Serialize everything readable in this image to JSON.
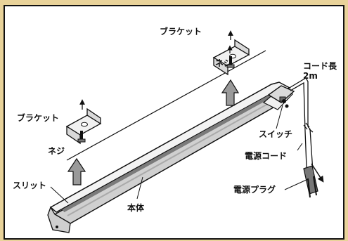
{
  "colors": {
    "background": "#e9d39a",
    "panel": "#ffffff",
    "line": "#111111",
    "tube": "#bdbdbd",
    "lens": "#e6e6e6",
    "arrow_fill": "#9a9a9a"
  },
  "labels": {
    "bracket_top": "ブラケット",
    "screw_top": "ネジ",
    "cord_length_line1": "コード長",
    "cord_length_line2": "2m",
    "bracket_left": "ブラケット",
    "screw_left": "ネジ",
    "switch": "スイッチ",
    "power_cord": "電源コード",
    "slit": "スリット",
    "body": "本体",
    "power_plug": "電源プラグ"
  },
  "icons": [
    "bracket-icon",
    "screw-icon",
    "up-arrow-icon",
    "plug-icon"
  ]
}
